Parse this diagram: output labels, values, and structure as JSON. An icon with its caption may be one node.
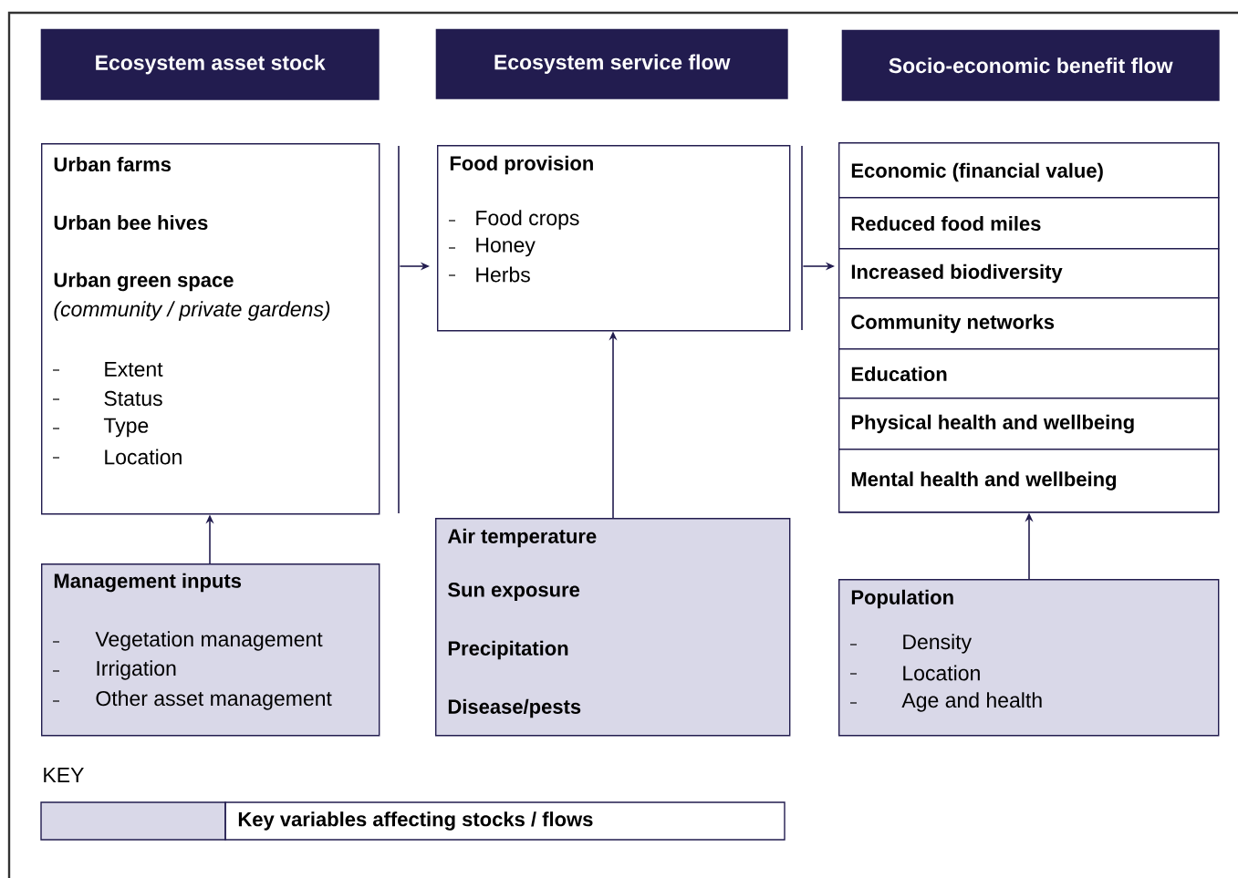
{
  "diagram": {
    "nodes": [
      {
        "text": [
          "Ecosystem asset stock"
        ]
      },
      {
        "text": [
          "Ecosystem service flow"
        ]
      },
      {
        "text": [
          "Socio-economic benefit flow"
        ]
      },
      {
        "text": [
          "Urban farms",
          "Urban bee hives",
          "Urban green space",
          "(community / private gardens)",
          "Extent",
          "Status",
          "Type",
          "Location"
        ]
      },
      {
        "text": [
          "Food provision",
          "Food crops",
          "Honey",
          "Herbs"
        ]
      },
      {
        "text": [],
        "shape": "box"
      },
      {
        "text": [
          "Economic (financial value)"
        ],
        "in": 5
      },
      {
        "text": [
          "Reduced food miles"
        ],
        "in": 5
      },
      {
        "text": [
          "Increased biodiversity"
        ],
        "in": 5
      },
      {
        "text": [
          "Community networks"
        ],
        "in": 5
      },
      {
        "text": [
          "Education"
        ],
        "in": 5
      },
      {
        "text": [
          "Physical health and wellbeing"
        ],
        "in": 5
      },
      {
        "text": [
          "Mental health and wellbeing"
        ],
        "in": 5
      },
      {
        "text": [
          "Management inputs",
          "Vegetation management",
          "Irrigation",
          "Other asset management"
        ]
      },
      {
        "text": [
          "Air temperature",
          "Sun exposure",
          "Precipitation",
          "Disease/pests"
        ]
      },
      {
        "text": [
          "Population",
          "Density",
          "Location",
          "Age and health"
        ]
      }
    ],
    "edges": [
      {
        "from": 13,
        "to": 3,
        "arrow": "to"
      },
      {
        "from": 3,
        "to": 4,
        "arrow": "to"
      },
      {
        "from": 14,
        "to": 4,
        "arrow": "to"
      },
      {
        "from": 4,
        "to": 5,
        "arrow": "to"
      },
      {
        "from": 15,
        "to": 5,
        "arrow": "to"
      }
    ],
    "labels": [
      "KEY"
    ],
    "legend": [
      {
        "text": "Key variables affecting stocks / flows",
        "color": "#d9d8e8"
      }
    ]
  }
}
